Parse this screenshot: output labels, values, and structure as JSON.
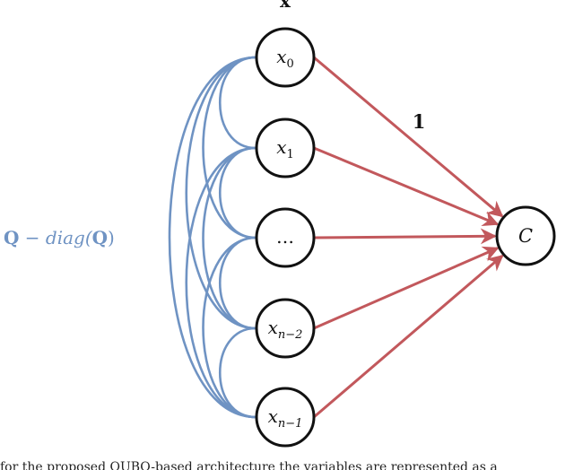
{
  "title": "x",
  "nodes": [
    {
      "id": "x0",
      "main": "x",
      "sub": "0"
    },
    {
      "id": "x1",
      "main": "x",
      "sub": "1"
    },
    {
      "id": "dots",
      "main": "…",
      "sub": ""
    },
    {
      "id": "xn2",
      "main": "x",
      "sub": "n−2"
    },
    {
      "id": "xn1",
      "main": "x",
      "sub": "n−1"
    }
  ],
  "target": {
    "id": "C",
    "main": "C",
    "sub": ""
  },
  "weight_label": "1",
  "matrix_label": {
    "bold_q": "Q",
    "middle": " − diag(",
    "bold_q2": "Q",
    "end": ")"
  },
  "caption": "for the proposed QUBO-based architecture the variables are represented as a",
  "colors": {
    "blue": "#6f93c3",
    "red": "#c2585c",
    "stroke": "#111111"
  }
}
